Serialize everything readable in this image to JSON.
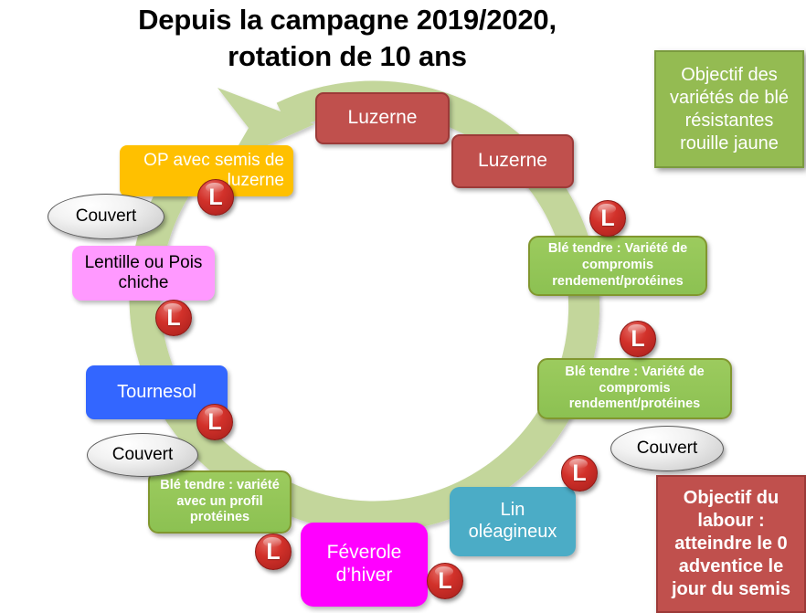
{
  "title": {
    "line1": "Depuis la campagne 2019/2020,",
    "line2": "rotation de 10 ans"
  },
  "colors": {
    "crop_red": "#C0504D",
    "crop_green": "#8CC152",
    "crop_amber": "#FFC000",
    "crop_pink": "#FF99FF",
    "crop_blue": "#3366FF",
    "crop_teal": "#4BACC6",
    "crop_magenta": "#FF00FF",
    "ring_green": "#C3D69B",
    "badge_red": "#C0302A",
    "panel_green": "#94BB52",
    "panel_red": "#C0504D"
  },
  "cycle": {
    "nodes": [
      {
        "id": "luzerne-1",
        "label": "Luzerne",
        "style": "red"
      },
      {
        "id": "luzerne-2",
        "label": "Luzerne",
        "style": "red"
      },
      {
        "id": "ble-tendre-compromis-1",
        "label": "Blé tendre : Variété de compromis rendement/protéines",
        "style": "green"
      },
      {
        "id": "ble-tendre-compromis-2",
        "label": "Blé tendre : Variété de compromis rendement/protéines",
        "style": "green"
      },
      {
        "id": "lin-oleagineux",
        "label": "Lin oléagineux",
        "style": "teal"
      },
      {
        "id": "feverole-hiver",
        "label": "Féverole d’hiver",
        "style": "magenta"
      },
      {
        "id": "ble-tendre-proteines",
        "label": "Blé tendre : variété avec un profil protéines",
        "style": "green"
      },
      {
        "id": "tournesol",
        "label": "Tournesol",
        "style": "blue"
      },
      {
        "id": "lentille-pois-chiche",
        "label": "Lentille ou Pois chiche",
        "style": "pink"
      },
      {
        "id": "op-semis-luzerne",
        "label": "OP avec semis de luzerne",
        "style": "amber"
      }
    ],
    "cover_crops": [
      {
        "id": "couvert-top-left",
        "label": "Couvert"
      },
      {
        "id": "couvert-mid-left",
        "label": "Couvert"
      },
      {
        "id": "couvert-right",
        "label": "Couvert"
      }
    ],
    "plough_badges": [
      {
        "id": "badge-op-luzerne",
        "label": "L"
      },
      {
        "id": "badge-lentille",
        "label": "L"
      },
      {
        "id": "badge-tournesol",
        "label": "L"
      },
      {
        "id": "badge-ble-proteines",
        "label": "L"
      },
      {
        "id": "badge-feverole",
        "label": "L"
      },
      {
        "id": "badge-lin",
        "label": "L"
      },
      {
        "id": "badge-ble-compromis-2",
        "label": "L"
      },
      {
        "id": "badge-ble-compromis-1",
        "label": "L"
      }
    ]
  },
  "panels": {
    "objective_varieties": "Objectif des variétés de blé résistantes rouille jaune",
    "objective_labour": "Objectif du labour : atteindre le 0 adventice le jour du semis"
  }
}
